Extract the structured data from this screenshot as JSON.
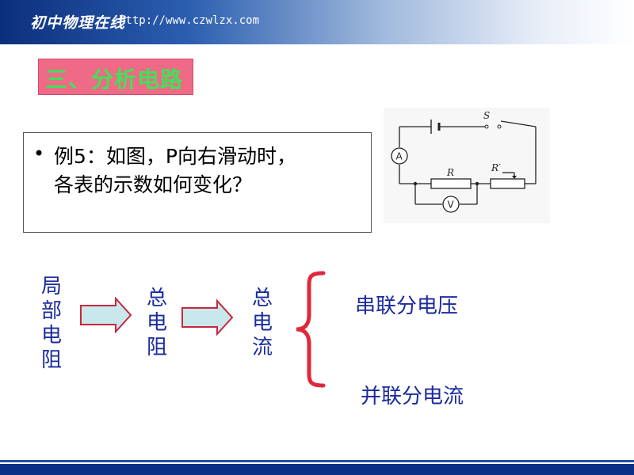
{
  "banner": {
    "brand": "初中物理在线",
    "url": "http://www.czwlzx.com"
  },
  "section_title": "三、分析电路",
  "example": {
    "bullet": "•",
    "line1": "例5：如图，P向右滑动时，",
    "line2": "各表的示数如何变化？"
  },
  "circuit": {
    "switch_label": "S",
    "resistor_label": "R",
    "rheostat_label": "R′",
    "ammeter_label": "A",
    "voltmeter_label": "V"
  },
  "flow": {
    "step1": [
      "局",
      "部",
      "电",
      "阻"
    ],
    "step2": [
      "总",
      "电",
      "阻"
    ],
    "step3": [
      "总",
      "电",
      "流"
    ],
    "results": [
      "串联分电压",
      "并联分电流"
    ]
  },
  "colors": {
    "banner": "#0b2f7d",
    "title_bg": "#ee6a86",
    "title_text": "#43e05a",
    "flow_text": "#1a2b9e",
    "brace": "#e0283a",
    "arrow_fill": "#c9e8ec",
    "arrow_stroke": "#c8283c"
  }
}
